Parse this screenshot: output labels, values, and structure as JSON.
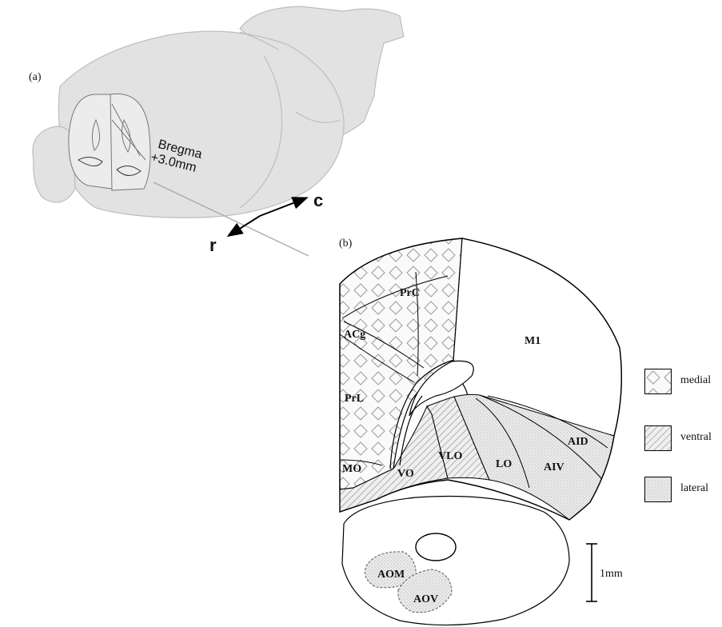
{
  "panel_a": {
    "label": "(a)",
    "bregma_line1": "Bregma",
    "bregma_line2": "+3.0mm",
    "axis_c": "c",
    "axis_r": "r"
  },
  "panel_b": {
    "label": "(b)",
    "regions": {
      "prc": "PrC",
      "acg": "ACg",
      "prl": "PrL",
      "m1": "M1",
      "mo": "MO",
      "vo": "VO",
      "vlo": "VLO",
      "lo": "LO",
      "aiv": "AIV",
      "aid": "AID",
      "aom": "AOM",
      "aov": "AOV"
    },
    "scale_label": "1mm"
  },
  "legend": [
    {
      "key": "medial",
      "label": "medial",
      "pattern": "diamond"
    },
    {
      "key": "ventral",
      "label": "ventral",
      "pattern": "hatch"
    },
    {
      "key": "lateral",
      "label": "lateral",
      "pattern": "dots"
    }
  ],
  "colors": {
    "brain_fill": "#e2e2e2",
    "brain_stroke": "#bdbdbd",
    "outline": "#000000"
  }
}
